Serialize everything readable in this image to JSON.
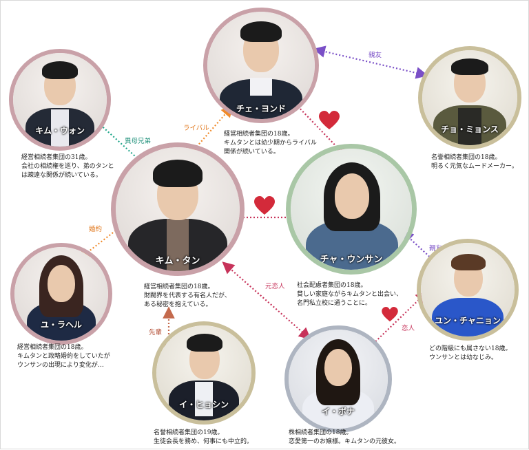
{
  "colors": {
    "rose_ring": "#c9a1a8",
    "gold_ring": "#c9bf9b",
    "green_ring": "#a9c7a6",
    "silver_ring": "#aeb5c1",
    "purple_arrow": "#7a4fc7",
    "orange_arrow": "#f08a2a",
    "teal_arrow": "#1fa68a",
    "crimson_arrow": "#c7335a",
    "brown_arrow": "#c46a4d",
    "heart": "#d32a3a",
    "label_purple": "#7a4fc7",
    "label_orange": "#e0761a",
    "label_teal": "#1c8f78",
    "label_crimson": "#c7335a",
    "label_brown": "#b1482e"
  },
  "characters": {
    "kim_won": {
      "name": "キム・ウォン",
      "desc": [
        "経営相続者集団の31歳。",
        "会社の相続権を巡り、弟のタンと",
        "は疎遠な関係が続いている。"
      ]
    },
    "choi_young_do": {
      "name": "チェ・ヨンド",
      "desc": [
        "経営相続者集団の18歳。",
        "キムタンとは幼少期からライバル",
        "関係が続いている。"
      ]
    },
    "jo_myung_soo": {
      "name": "チョ・ミョンス",
      "desc": [
        "名誉相続者集団の18歳。",
        "明るく元気なムードメーカー。"
      ]
    },
    "kim_tan": {
      "name": "キム・タン",
      "desc": [
        "経営相続者集団の18歳。",
        "財閥界を代表する有名人だが、",
        "ある秘密を抱えている。"
      ]
    },
    "cha_eun_sang": {
      "name": "チャ・ウンサン",
      "desc": [
        "社会配慮者集団の18歳。",
        "貧しい家庭ながらキムタンと出会い、",
        "名門私立校に通うことに。"
      ]
    },
    "yoo_rachel": {
      "name": "ユ・ラヘル",
      "desc": [
        "経営相続者集団の18歳。",
        "キムタンと政略婚約をしていたが",
        "ウンサンの出現により変化が…"
      ]
    },
    "yoon_chan_young": {
      "name": "ユン・チャニョン",
      "desc": [
        "どの階級にも属さない18歳。",
        "ウンサンとは幼なじみ。"
      ]
    },
    "lee_hyo_shin": {
      "name": "イ・ヒョシン",
      "desc": [
        "名誉相続者集団の19歳。",
        "生徒会長を務め、何事にも中立的。"
      ]
    },
    "lee_bona": {
      "name": "イ・ボナ",
      "desc": [
        "株相続者集団の18歳。",
        "恋愛第一のお嬢様。キムタンの元彼女。"
      ]
    }
  },
  "relations": {
    "best_friend_top": "親友",
    "rival": "ライバル",
    "half_brothers": "異母兄弟",
    "engaged": "婚約",
    "ex_lover": "元恋人",
    "best_friend_right": "親友",
    "senior": "先輩",
    "lover": "恋人"
  },
  "icons": {
    "heart": "heart-icon"
  }
}
